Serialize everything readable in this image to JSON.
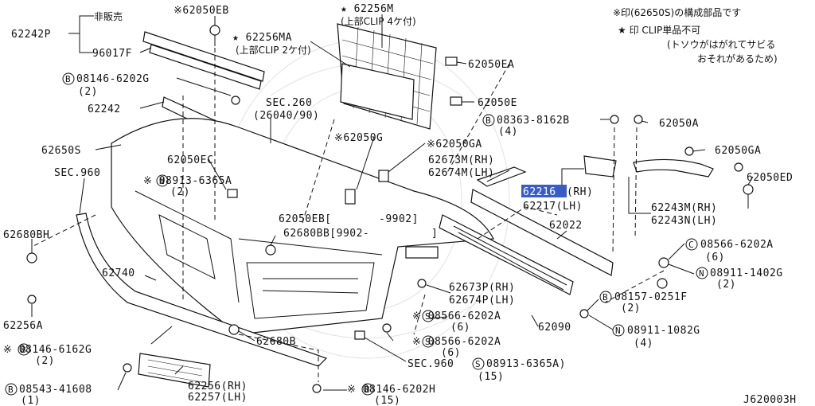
{
  "diagram_id": "J620003H",
  "legend": {
    "line1": "※印(62650S)の構成部品です",
    "line2": "★ 印 CLIP単品不可",
    "line3": "(トソウがはがれてサビる",
    "line4": "おそれがあるため)"
  },
  "labels": {
    "l62242P": "62242P",
    "lNotSold": "非販売",
    "l96017F": "96017F",
    "l62050EB": "※62050EB",
    "l62256M": "★ 62256M",
    "l62256M_sub": "(上部CLIP 4ケ付)",
    "l62256MA": "★ 62256MA",
    "l62256MA_sub": "(上部CLIP 2ケ付)",
    "l62050EA": "62050EA",
    "l08146_6202G": "08146-6202G",
    "l08146_6202G_q": "(2)",
    "l62050E": "62050E",
    "l62242": "62242",
    "lSEC260": "SEC.260",
    "lSEC260_sub": "(26040/90)",
    "l08363": "08363-8162B",
    "l08363_q": "(4)",
    "l62050A": "62050A",
    "l62650S": "62650S",
    "l62050EC": "62050EC",
    "l62050G": "※62050G",
    "l62050GA_mid": "※62050GA",
    "l62050GA_right": "62050GA",
    "lSEC960": "SEC.960",
    "l08913_top": "※ 08913-6365A",
    "l08913_top_q": "(2)",
    "l62673M": "62673M(RH)",
    "l62674M": "62674M(LH)",
    "l62050ED": "62050ED",
    "l62216": "62216",
    "l62216_rh": "(RH)",
    "l62217": "62217(LH)",
    "l62243M": "62243M(RH)",
    "l62243N": "62243N(LH)",
    "l9902": "-9902]",
    "l62050EB2": "62050EB[",
    "l62680BB": "62680BB[9902-",
    "l62680BB_end": "]",
    "l62022": "62022",
    "l08566_right": "08566-6202A",
    "l08566_right_q": "(6)",
    "l62680BH": "62680BH",
    "l08911_1402G": "08911-1402G",
    "l08911_1402G_q": "(2)",
    "l62740": "62740",
    "l62673P": "62673P(RH)",
    "l62674P": "62674P(LH)",
    "l08157": "08157-0251F",
    "l08157_q": "(2)",
    "l62256A": "62256A",
    "l08566_mid1": "※ 08566-6202A",
    "l08566_mid1_q": "(6)",
    "l62090": "62090",
    "l08911_1082G": "08911-1082G",
    "l08911_1082G_q": "(4)",
    "l08146_6162G": "※ 08146-6162G",
    "l08146_6162G_q": "(2)",
    "l62680B": "62680B",
    "l08566_mid2": "※ 08566-6202A",
    "l08566_mid2_q": "(6)",
    "lSEC960b": "SEC.960",
    "l08913_bot": "08913-6365A)",
    "l08913_bot_q": "(15)",
    "l62256RH": "62256(RH)",
    "l62257LH": "62257(LH)",
    "l08543": "08543-41608",
    "l08543_q": "(1)",
    "l08146_6202H": "※ 08146-6202H",
    "l08146_6202H_q": "(15)"
  }
}
